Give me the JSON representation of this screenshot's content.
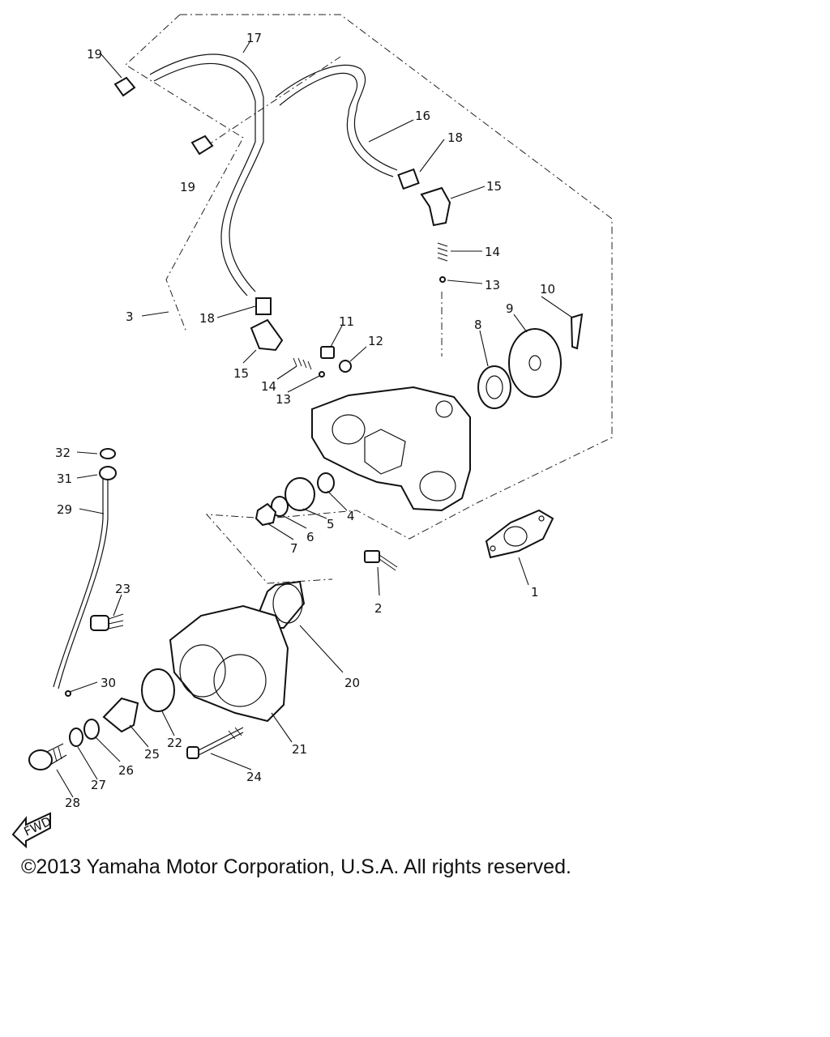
{
  "diagram": {
    "callouts": [
      "1",
      "2",
      "3",
      "4",
      "5",
      "6",
      "7",
      "8",
      "9",
      "10",
      "11",
      "12",
      "13",
      "14",
      "15",
      "16",
      "17",
      "18",
      "19",
      "20",
      "21",
      "22",
      "23",
      "24",
      "25",
      "26",
      "27",
      "28",
      "29",
      "30",
      "31",
      "32"
    ],
    "direction_arrow": "FWD"
  },
  "footer": {
    "copyright": "©2013 Yamaha Motor Corporation, U.S.A. All rights reserved."
  }
}
